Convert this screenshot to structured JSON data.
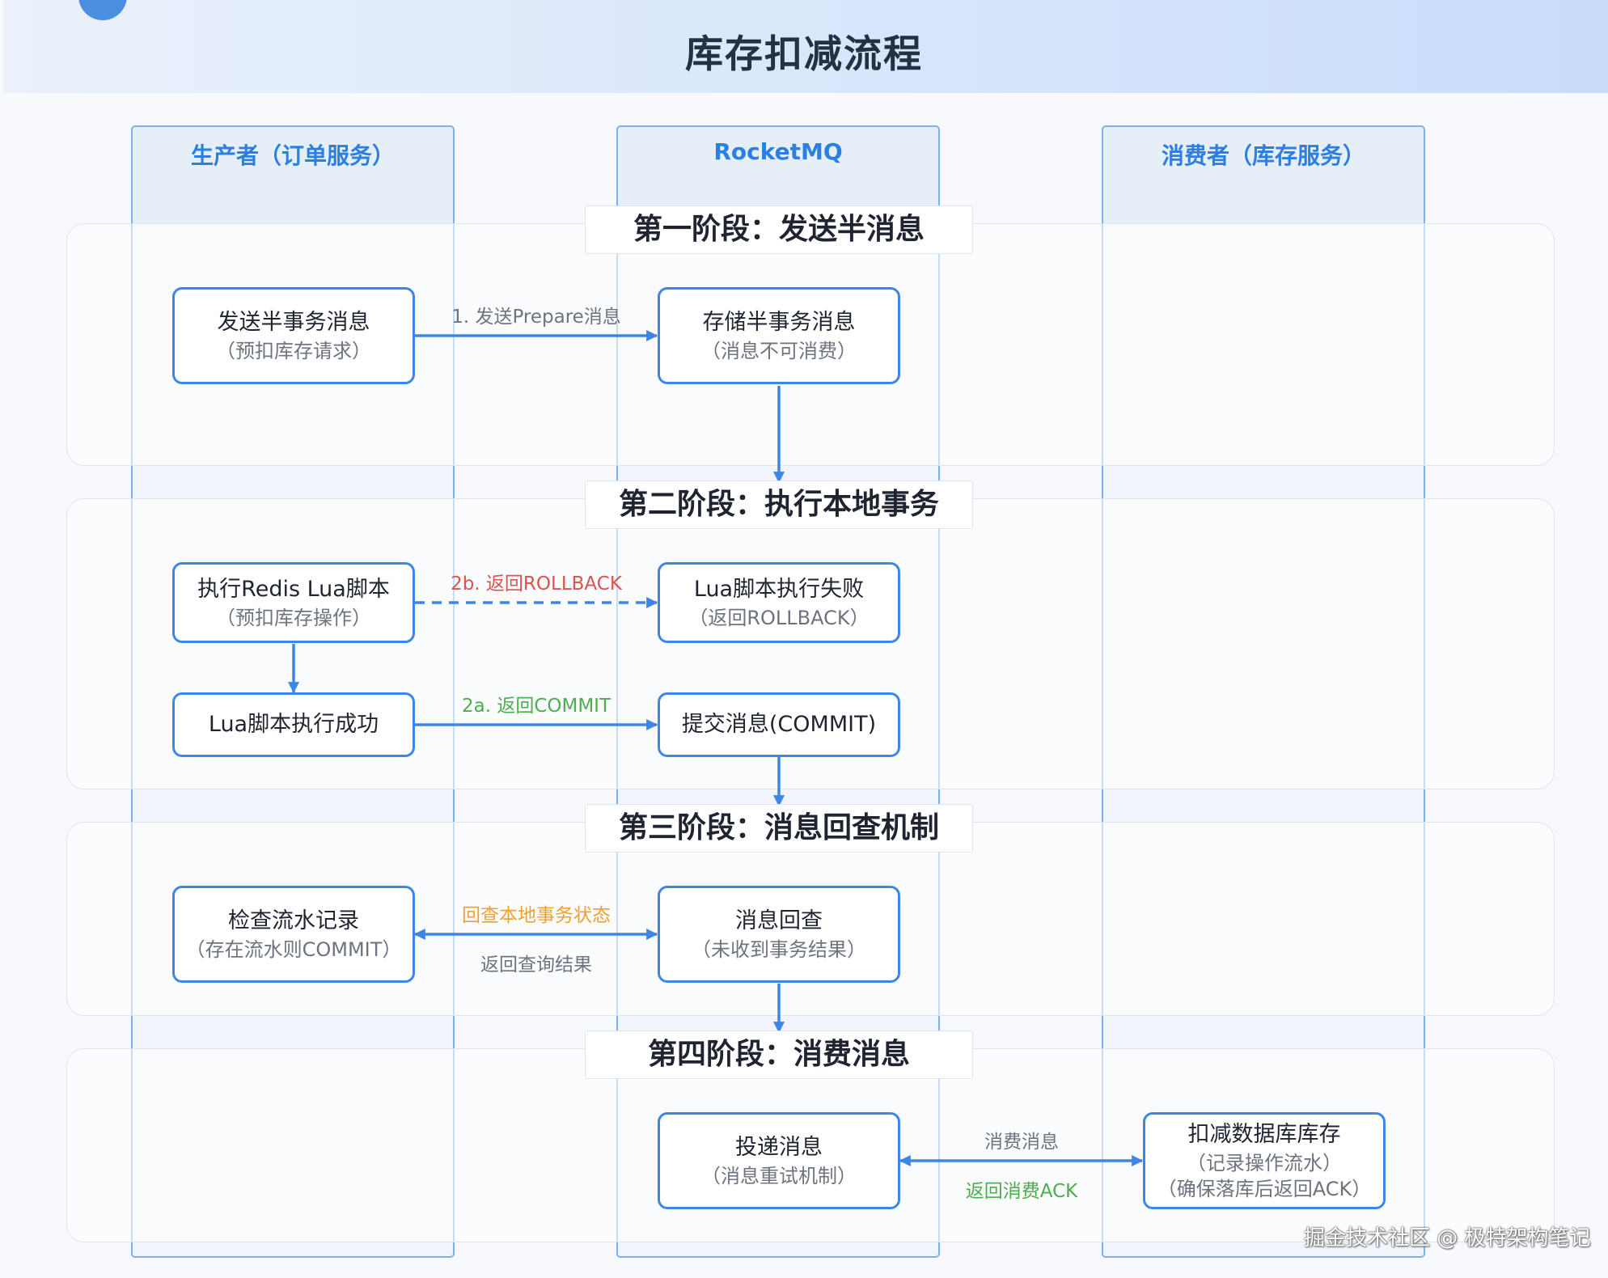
{
  "page": {
    "title": "库存扣减流程"
  },
  "lanes": [
    {
      "title": "生产者（订单服务）"
    },
    {
      "title": "RocketMQ"
    },
    {
      "title": "消费者（库存服务）"
    }
  ],
  "phases": [
    {
      "label": "第一阶段：发送半消息"
    },
    {
      "label": "第二阶段：执行本地事务"
    },
    {
      "label": "第三阶段：消息回查机制"
    },
    {
      "label": "第四阶段：消费消息"
    }
  ],
  "nodes": {
    "send_half": {
      "title": "发送半事务消息",
      "sub": "（预扣库存请求）"
    },
    "store_half": {
      "title": "存储半事务消息",
      "sub": "（消息不可消费）"
    },
    "exec_lua": {
      "title": "执行Redis Lua脚本",
      "sub": "（预扣库存操作）"
    },
    "lua_fail": {
      "title": "Lua脚本执行失败",
      "sub": "（返回ROLLBACK）"
    },
    "lua_success": {
      "title": "Lua脚本执行成功"
    },
    "commit": {
      "title": "提交消息(COMMIT)"
    },
    "check_log": {
      "title": "检查流水记录",
      "sub": "（存在流水则COMMIT）"
    },
    "msg_check": {
      "title": "消息回查",
      "sub": "（未收到事务结果）"
    },
    "deliver": {
      "title": "投递消息",
      "sub": "（消息重试机制）"
    },
    "deduct_db": {
      "title": "扣减数据库库存",
      "sub1": "（记录操作流水）",
      "sub2": "（确保落库后返回ACK）"
    }
  },
  "edges": {
    "send_prepare": "1. 发送Prepare消息",
    "return_rollback": "2b. 返回ROLLBACK",
    "return_commit": "2a. 返回COMMIT",
    "check_local_tx": "回查本地事务状态",
    "return_check_result": "返回查询结果",
    "consume_msg": "消费消息",
    "return_ack": "返回消费ACK"
  },
  "colors": {
    "arrow": "#3e86e6",
    "rollback": "#d9534f",
    "commit": "#4cae4c",
    "check": "#f0a030"
  },
  "watermark": "掘金技术社区 @ 极特架构笔记"
}
